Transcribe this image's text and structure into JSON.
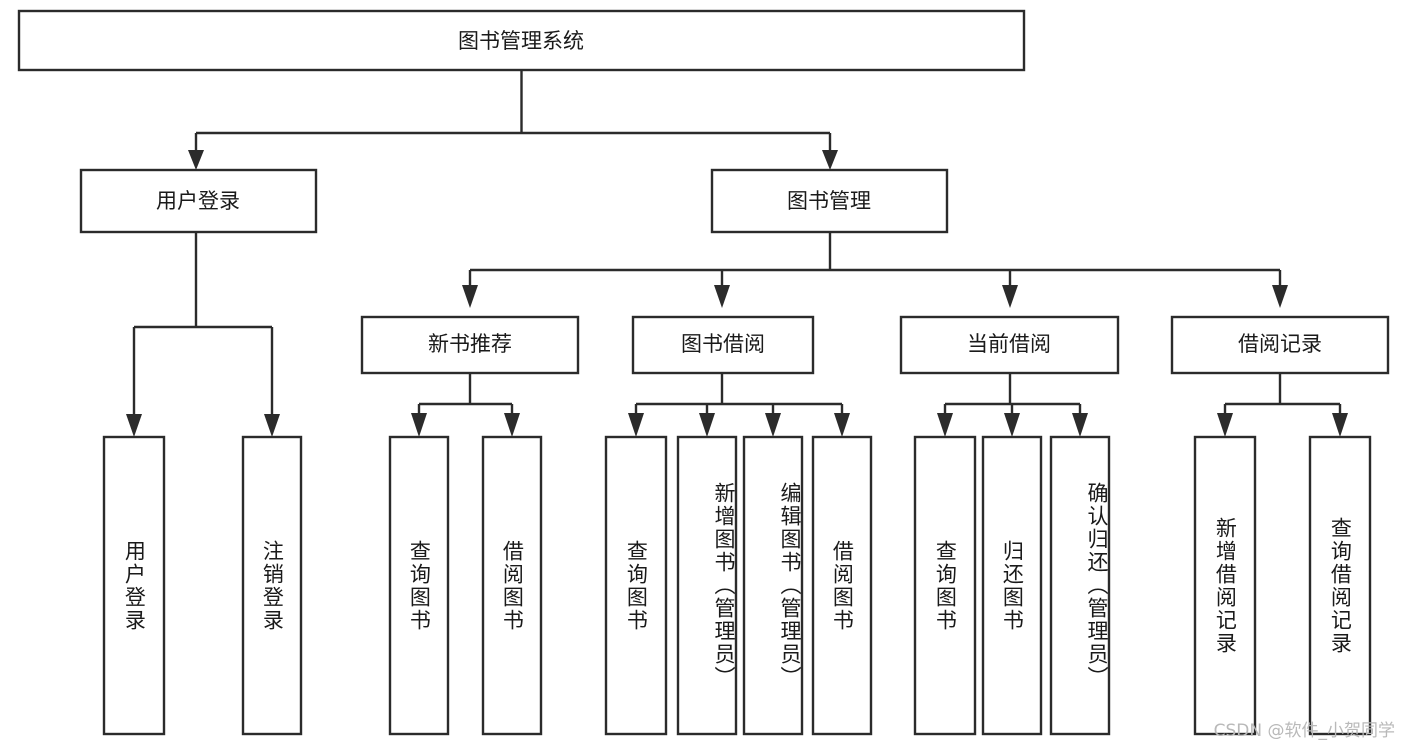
{
  "diagram": {
    "title": "图书管理系统",
    "type": "hierarchy-tree",
    "root": {
      "id": "root",
      "label": "图书管理系统"
    },
    "level2": [
      {
        "id": "user-login",
        "label": "用户登录"
      },
      {
        "id": "book-manage",
        "label": "图书管理"
      }
    ],
    "level3": [
      {
        "id": "new-book-recommend",
        "label": "新书推荐",
        "parent": "book-manage"
      },
      {
        "id": "book-borrow",
        "label": "图书借阅",
        "parent": "book-manage"
      },
      {
        "id": "current-borrow",
        "label": "当前借阅",
        "parent": "book-manage"
      },
      {
        "id": "borrow-record",
        "label": "借阅记录",
        "parent": "book-manage"
      }
    ],
    "leaves": [
      {
        "id": "leaf-user-login",
        "label": "用户登录",
        "parent": "user-login"
      },
      {
        "id": "leaf-user-logout",
        "label": "注销登录",
        "parent": "user-login"
      },
      {
        "id": "leaf-query-book-rec",
        "label": "查询图书",
        "parent": "new-book-recommend"
      },
      {
        "id": "leaf-borrow-book-rec",
        "label": "借阅图书",
        "parent": "new-book-recommend"
      },
      {
        "id": "leaf-query-book-borrow",
        "label": "查询图书",
        "parent": "book-borrow"
      },
      {
        "id": "leaf-add-book",
        "label": "新增图书（管理员）",
        "parent": "book-borrow"
      },
      {
        "id": "leaf-edit-book",
        "label": "编辑图书（管理员）",
        "parent": "book-borrow"
      },
      {
        "id": "leaf-borrow-book",
        "label": "借阅图书",
        "parent": "book-borrow"
      },
      {
        "id": "leaf-query-book-cur",
        "label": "查询图书",
        "parent": "current-borrow"
      },
      {
        "id": "leaf-return-book",
        "label": "归还图书",
        "parent": "current-borrow"
      },
      {
        "id": "leaf-confirm-return",
        "label": "确认归还（管理员）",
        "parent": "current-borrow"
      },
      {
        "id": "leaf-add-record",
        "label": "新增借阅记录",
        "parent": "borrow-record"
      },
      {
        "id": "leaf-query-record",
        "label": "查询借阅记录",
        "parent": "borrow-record"
      }
    ]
  },
  "watermark": {
    "text": "CSDN @软件_小贺同学"
  },
  "colors": {
    "stroke": "#2b2b2b",
    "fill": "#ffffff",
    "text": "#1a1a1a",
    "watermark": "#b9b9b9"
  }
}
